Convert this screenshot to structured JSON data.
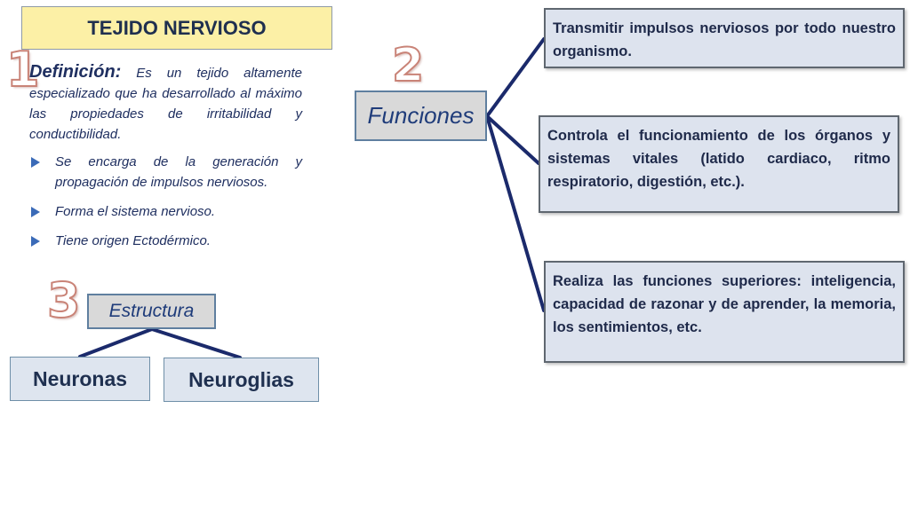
{
  "header": {
    "title": "TEJIDO NERVIOSO"
  },
  "numbers": {
    "one": "1",
    "two": "2",
    "three": "3"
  },
  "definition": {
    "label": "Definición:",
    "text": "Es un tejido altamente especializado que ha desarrollado al máximo las propiedades de irritabilidad y conductibilidad.",
    "bullets": [
      "Se encarga de la generación y propagación de impulsos nerviosos.",
      "Forma el sistema nervioso.",
      "Tiene origen Ectodérmico."
    ]
  },
  "funciones": {
    "label": "Funciones",
    "items": [
      "Transmitir impulsos nerviosos por todo nuestro organismo.",
      "Controla el funcionamiento de los órganos y sistemas vitales (latido cardiaco, ritmo respiratorio, digestión, etc.).",
      "Realiza las funciones superiores: inteligencia, capacidad de razonar y de aprender, la memoria, los sentimientos, etc."
    ]
  },
  "estructura": {
    "label": "Estructura",
    "children": [
      "Neuronas",
      "Neuroglias"
    ]
  },
  "colors": {
    "title_bg": "#fcf0a6",
    "connector": "#1b2a6b",
    "number_outline": "#c98377",
    "text_dark_blue": "#1f2f60"
  }
}
